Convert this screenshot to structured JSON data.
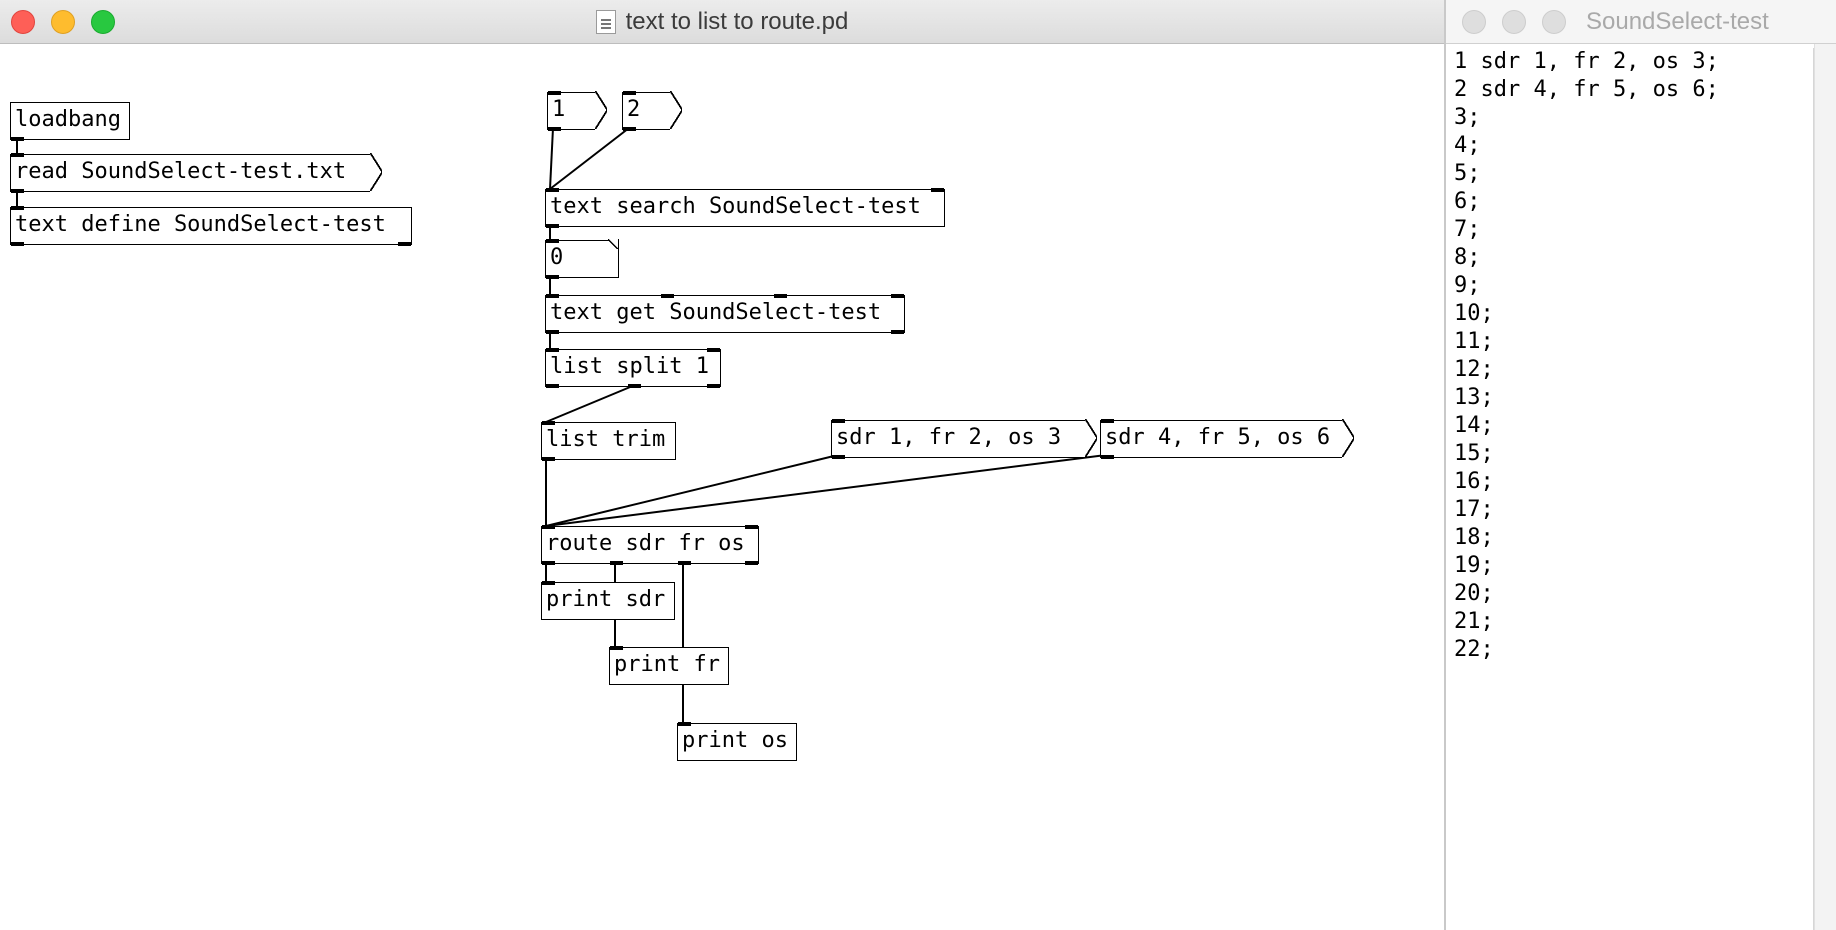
{
  "main_window": {
    "title": "text to list to route.pd",
    "objects": {
      "loadbang": "loadbang",
      "read_msg": "read SoundSelect-test.txt",
      "text_define": "text define SoundSelect-test",
      "num1": "1",
      "num2": "2",
      "text_search": "text search SoundSelect-test",
      "number_box": "0",
      "text_get": "text get SoundSelect-test",
      "list_split": "list split 1",
      "list_trim": "list trim",
      "msg_a": "sdr 1, fr 2, os 3",
      "msg_b": "sdr 4, fr 5, os 6",
      "route": "route sdr fr os",
      "print_sdr": "print sdr",
      "print_fr": "print fr",
      "print_os": "print os"
    }
  },
  "text_window": {
    "title": "SoundSelect-test",
    "lines": [
      "1 sdr 1, fr 2, os 3;",
      "2 sdr 4, fr 5, os 6;",
      "3;",
      "4;",
      "5;",
      "6;",
      "7;",
      "8;",
      "9;",
      "10;",
      "11;",
      "12;",
      "13;",
      "14;",
      "15;",
      "16;",
      "17;",
      "18;",
      "19;",
      "20;",
      "21;",
      "22;"
    ]
  }
}
